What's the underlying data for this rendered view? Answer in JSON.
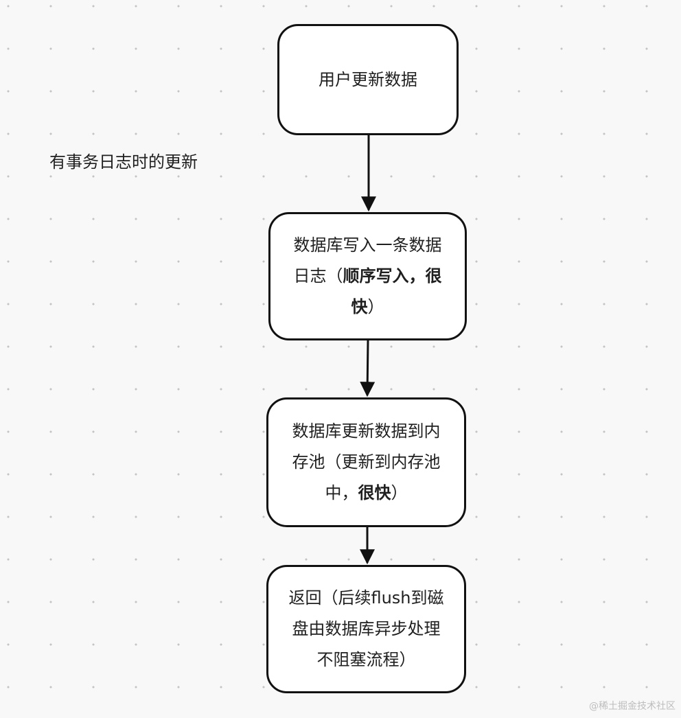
{
  "caption": "有事务日志时的更新",
  "nodes": {
    "n1": {
      "text": "用户更新数据"
    },
    "n2": {
      "lines": [
        [
          {
            "t": "数据库写入一条数据",
            "b": false
          }
        ],
        [
          {
            "t": "日志（",
            "b": false
          },
          {
            "t": "顺序写入，很",
            "b": true
          }
        ],
        [
          {
            "t": "快",
            "b": true
          },
          {
            "t": "）",
            "b": false
          }
        ]
      ]
    },
    "n3": {
      "lines": [
        [
          {
            "t": "数据库更新数据到内",
            "b": false
          }
        ],
        [
          {
            "t": "存池（更新到内存池",
            "b": false
          }
        ],
        [
          {
            "t": "中，",
            "b": false
          },
          {
            "t": "很快",
            "b": true
          },
          {
            "t": "）",
            "b": false
          }
        ]
      ]
    },
    "n4": {
      "lines": [
        [
          {
            "t": "返回（后续flush到磁",
            "b": false
          }
        ],
        [
          {
            "t": "盘由数据库异步处理",
            "b": false
          }
        ],
        [
          {
            "t": "不阻塞流程）",
            "b": false
          }
        ]
      ]
    }
  },
  "edges": [
    {
      "from": "n1",
      "to": "n2"
    },
    {
      "from": "n2",
      "to": "n3"
    },
    {
      "from": "n3",
      "to": "n4"
    }
  ],
  "watermark": "@稀土掘金技术社区"
}
